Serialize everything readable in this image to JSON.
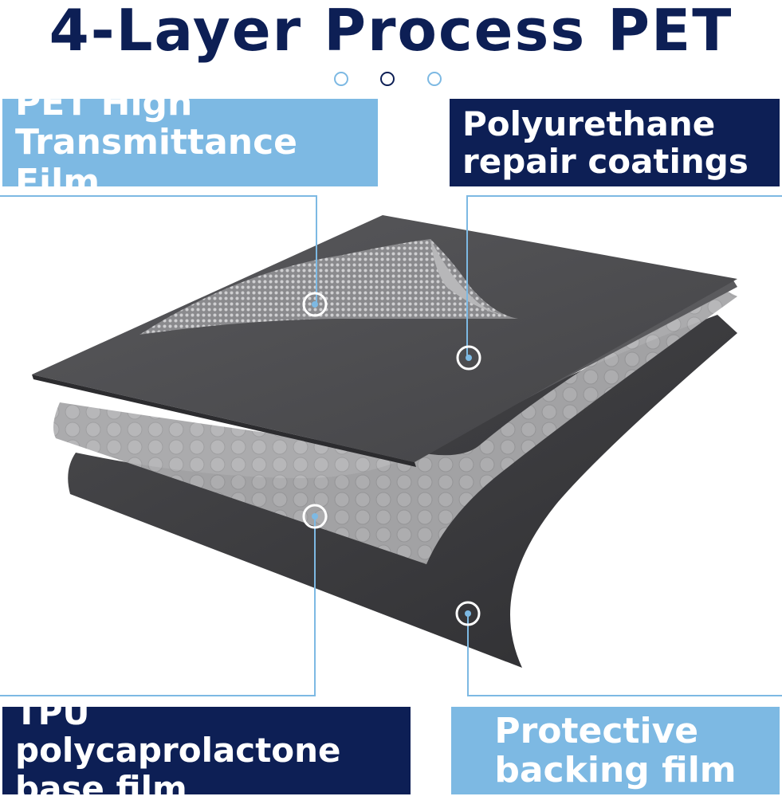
{
  "title": "4-Layer Process PET",
  "labels": {
    "top_left": {
      "line1": "PET High",
      "line2": "Transmittance Film"
    },
    "top_right": {
      "line1": "Polyurethane",
      "line2": "repair coatings"
    },
    "bottom_left": {
      "line1": "TPU polycaprolactone",
      "line2": "base film"
    },
    "bottom_right": {
      "line1": "Protective",
      "line2": "backing film"
    }
  },
  "colors": {
    "navy": "#0d1f55",
    "light_blue": "#7db9e3",
    "layer_dark": "#3d3d40",
    "layer_mid": "#58585b",
    "layer_light": "#a8a8aa"
  }
}
